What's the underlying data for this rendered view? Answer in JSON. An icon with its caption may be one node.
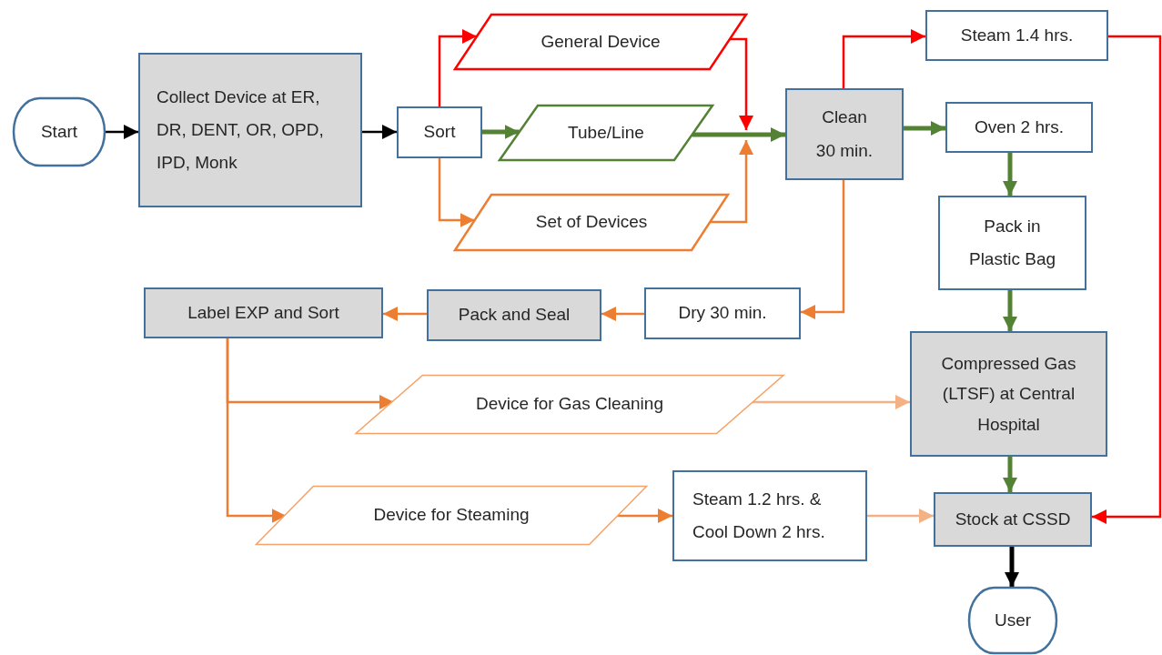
{
  "diagram": {
    "nodes": [
      {
        "text": [
          "Start"
        ]
      },
      {
        "text": [
          "Collect Device at ER, DR, DENT, OR, OPD, IPD, Monk"
        ]
      },
      {
        "text": [
          "Sort"
        ]
      },
      {
        "text": [
          "General Device"
        ]
      },
      {
        "text": [
          "Tube/Line"
        ]
      },
      {
        "text": [
          "Set of Devices"
        ]
      },
      {
        "text": [
          "Clean 30 min."
        ]
      },
      {
        "text": [
          "Steam 1.4 hrs."
        ]
      },
      {
        "text": [
          "Oven 2 hrs."
        ]
      },
      {
        "text": [
          "Pack in Plastic Bag"
        ]
      },
      {
        "text": [
          "Label EXP and Sort"
        ]
      },
      {
        "text": [
          "Pack and Seal"
        ]
      },
      {
        "text": [
          "Dry 30 min."
        ]
      },
      {
        "text": [
          "Device for Gas Cleaning"
        ]
      },
      {
        "text": [
          "Compressed Gas (LTSF) at Central Hospital"
        ]
      },
      {
        "text": [
          "Device for Steaming"
        ]
      },
      {
        "text": [
          "Steam 1.2 hrs. & Cool Down 2 hrs."
        ]
      },
      {
        "text": [
          "Stock at CSSD"
        ]
      },
      {
        "text": [
          "User"
        ]
      }
    ],
    "edges": [
      {
        "from": 0,
        "to": 1,
        "arrow": "to",
        "color": "#000000"
      },
      {
        "from": 1,
        "to": 2,
        "arrow": "to",
        "color": "#000000"
      },
      {
        "from": 2,
        "to": 3,
        "arrow": "to",
        "color": "#ff0000"
      },
      {
        "from": 3,
        "to": 6,
        "arrow": "to",
        "color": "#ff0000"
      },
      {
        "from": 2,
        "to": 4,
        "arrow": "to",
        "style": "thick",
        "color": "#548235"
      },
      {
        "from": 4,
        "to": 6,
        "arrow": "to",
        "style": "thick",
        "color": "#548235"
      },
      {
        "from": 2,
        "to": 5,
        "arrow": "to"
      },
      {
        "from": 5,
        "to": 6,
        "arrow": "to"
      },
      {
        "from": 6,
        "to": 7,
        "arrow": "to",
        "color": "#ff0000"
      },
      {
        "from": 6,
        "to": 8,
        "arrow": "to",
        "style": "thick",
        "color": "#548235"
      },
      {
        "from": 7,
        "to": 17,
        "arrow": "to",
        "color": "#ff0000"
      },
      {
        "from": 8,
        "to": 9,
        "arrow": "to",
        "style": "thick",
        "color": "#548235"
      },
      {
        "from": 9,
        "to": 14,
        "arrow": "to",
        "style": "thick",
        "color": "#548235"
      },
      {
        "from": 6,
        "to": 12,
        "arrow": "to"
      },
      {
        "from": 12,
        "to": 11,
        "arrow": "to"
      },
      {
        "from": 11,
        "to": 10,
        "arrow": "to"
      },
      {
        "from": 10,
        "to": 13,
        "arrow": "to"
      },
      {
        "from": 10,
        "to": 15,
        "arrow": "to"
      },
      {
        "from": 13,
        "to": 14,
        "arrow": "to",
        "color": "#f4b183"
      },
      {
        "from": 14,
        "to": 17,
        "arrow": "to",
        "style": "thick",
        "color": "#548235"
      },
      {
        "from": 15,
        "to": 16,
        "arrow": "to"
      },
      {
        "from": 16,
        "to": 17,
        "arrow": "to",
        "color": "#f4b183"
      },
      {
        "from": 17,
        "to": 18,
        "arrow": "to",
        "style": "thick",
        "color": "#000000"
      }
    ]
  }
}
